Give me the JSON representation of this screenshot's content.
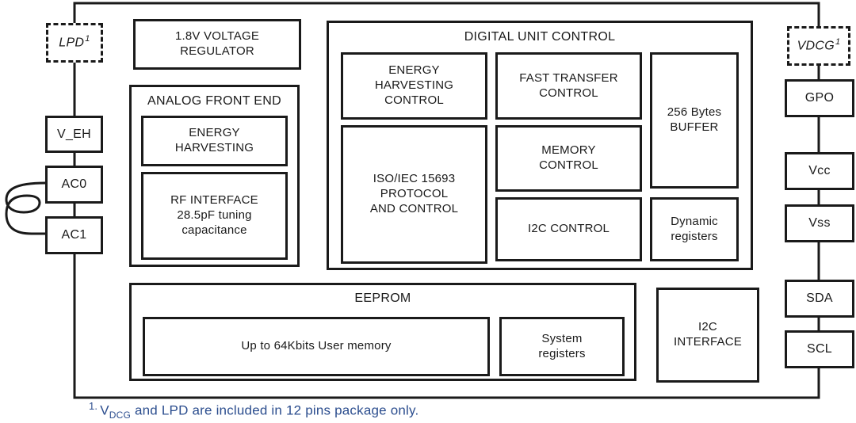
{
  "diagram": {
    "background_color": "#ffffff",
    "line_color": "#1a1a1a",
    "footnote_color": "#2b4d8e"
  },
  "pins": {
    "lpd": {
      "label": "LPD",
      "sup": "1"
    },
    "v_eh": {
      "label": "V_EH"
    },
    "ac0": {
      "label": "AC0"
    },
    "ac1": {
      "label": "AC1"
    },
    "vdcg": {
      "label": "VDCG",
      "sup": "1"
    },
    "gpo": {
      "label": "GPO"
    },
    "vcc": {
      "label": "Vcc"
    },
    "vss": {
      "label": "Vss"
    },
    "sda": {
      "label": "SDA"
    },
    "scl": {
      "label": "SCL"
    }
  },
  "blocks": {
    "voltage_regulator": "1.8V VOLTAGE\nREGULATOR",
    "analog_front_end": {
      "title": "ANALOG FRONT END",
      "energy_harvesting": "ENERGY\nHARVESTING",
      "rf_interface": "RF INTERFACE\n28.5pF tuning\ncapacitance"
    },
    "digital_unit_control": {
      "title": "DIGITAL UNIT CONTROL",
      "energy_harvesting_control": "ENERGY\nHARVESTING\nCONTROL",
      "fast_transfer_control": "FAST TRANSFER\nCONTROL",
      "iso_protocol": "ISO/IEC 15693\nPROTOCOL\nAND CONTROL",
      "memory_control": "MEMORY\nCONTROL",
      "i2c_control": "I2C CONTROL",
      "buffer": "256 Bytes\nBUFFER",
      "dynamic_registers": "Dynamic\nregisters"
    },
    "eeprom": {
      "title": "EEPROM",
      "user_memory": "Up to 64Kbits User memory",
      "system_registers": "System\nregisters"
    },
    "i2c_interface": "I2C\nINTERFACE"
  },
  "footnote": {
    "sup": "1.",
    "base1": "V",
    "sub": "DCG",
    "base2": " and LPD are included in 12 pins package only."
  }
}
